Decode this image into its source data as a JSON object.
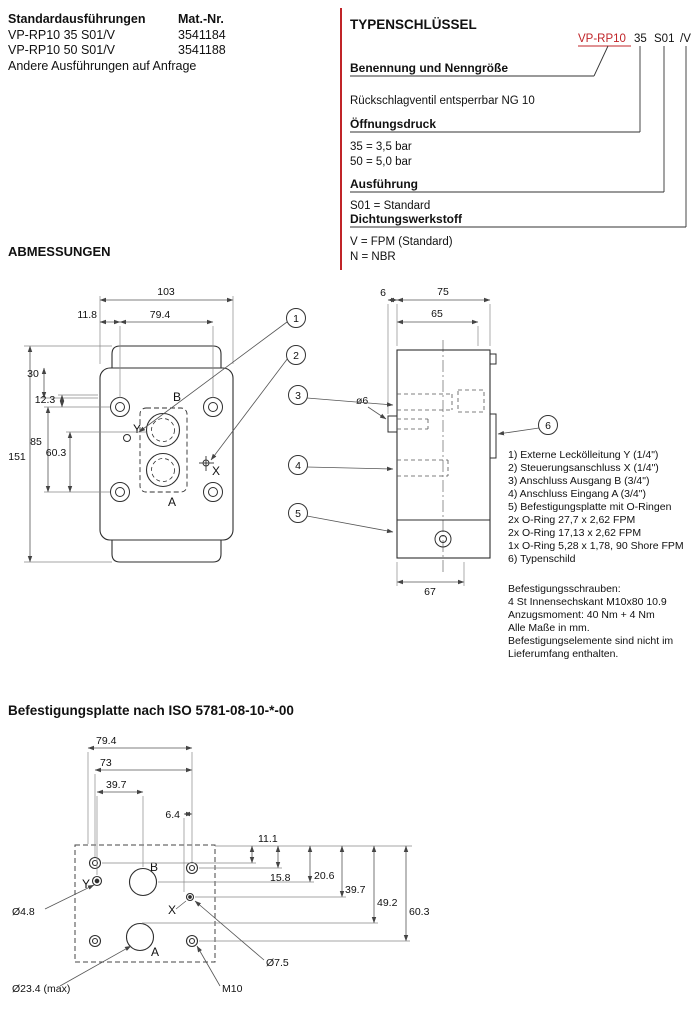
{
  "colors": {
    "accent_red": "#c02428",
    "line": "#2f2f2f"
  },
  "standard": {
    "title": "Standardausführungen",
    "matnr_header": "Mat.-Nr.",
    "rows": [
      {
        "name": "VP-RP10 35 S01/V",
        "matnr": "3541184"
      },
      {
        "name": "VP-RP10 50 S01/V",
        "matnr": "3541188"
      }
    ],
    "note": "Andere Ausführungen auf Anfrage"
  },
  "typekey": {
    "title": "TYPENSCHLÜSSEL",
    "code": {
      "base": "VP-RP10",
      "pressure": "35",
      "version": "S01",
      "seal": "/V"
    },
    "benennung_label": "Benennung und Nenngröße",
    "benennung_value": "Rückschlagventil entsperrbar NG 10",
    "druck_label": "Öffnungsdruck",
    "druck_opt1": "35 = 3,5 bar",
    "druck_opt2": "50 = 5,0 bar",
    "ausfuehrung_label": "Ausführung",
    "ausfuehrung_opt1": "S01 = Standard",
    "dichtung_label": "Dichtungswerkstoff",
    "dichtung_opt1": "V = FPM (Standard)",
    "dichtung_opt2": "N = NBR"
  },
  "abmessungen_title": "ABMESSUNGEN",
  "front": {
    "dim_103": "103",
    "dim_79_4": "79.4",
    "dim_11_8": "11.8",
    "dim_30": "30",
    "dim_12_3": "12.3",
    "dim_85": "85",
    "dim_60_3": "60.3",
    "dim_151": "151",
    "port_b": "B",
    "port_a": "A",
    "port_y": "Y",
    "port_x": "X",
    "balloon_1": "1",
    "balloon_2": "2"
  },
  "side": {
    "dim_6": "6",
    "dim_75": "75",
    "dim_65": "65",
    "dim_o6": "ø6",
    "dim_67": "67",
    "balloon_3": "3",
    "balloon_4": "4",
    "balloon_5": "5",
    "balloon_6": "6"
  },
  "legend": {
    "items": [
      "1) Externe Leckölleitung Y (1/4\")",
      "2) Steuerungsanschluss X (1/4\")",
      "3) Anschluss Ausgang B (3/4\")",
      "4) Anschluss Eingang A (3/4\")",
      "5) Befestigungsplatte mit O-Ringen",
      "2x O-Ring 27,7 x 2,62 FPM",
      "2x O-Ring 17,13 x 2,62 FPM",
      "1x O-Ring 5,28 x 1,78, 90 Shore FPM",
      "6) Typenschild"
    ],
    "notes": [
      "Befestigungsschrauben:",
      "4 St Innensechskant M10x80 10.9",
      "Anzugsmoment: 40 Nm + 4 Nm",
      "Alle Maße in mm.",
      "Befestigungselemente sind nicht im",
      "Lieferumfang enthalten."
    ]
  },
  "plate": {
    "title": "Befestigungsplatte nach ISO 5781-08-10-*-00",
    "dim_79_4": "79.4",
    "dim_73": "73",
    "dim_39_7_h": "39.7",
    "dim_6_4": "6.4",
    "dim_11_1": "11.1",
    "dim_15_8": "15.8",
    "dim_20_6": "20.6",
    "dim_39_7_v": "39.7",
    "dim_49_2": "49.2",
    "dim_60_3": "60.3",
    "dia_4_8": "Ø4.8",
    "dia_7_5": "Ø7.5",
    "dia_23_4": "Ø23.4 (max)",
    "m10": "M10",
    "label_b": "B",
    "label_y": "Y",
    "label_x": "X",
    "label_a": "A"
  }
}
